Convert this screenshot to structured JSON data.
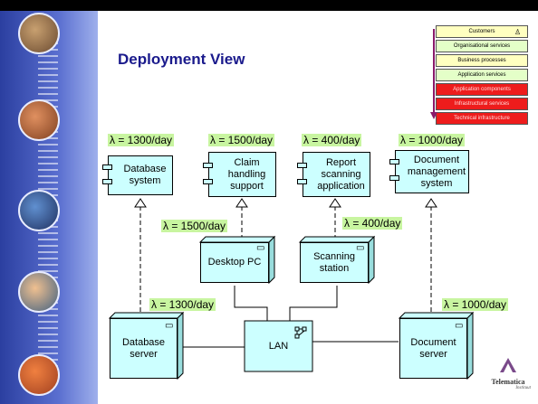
{
  "title": "Deployment View",
  "legend": [
    "Customers",
    "Organisational services",
    "Business processes",
    "Application services",
    "Application components",
    "Infrastructural services",
    "Technical infrastructure"
  ],
  "components": [
    {
      "label": "Database system",
      "rate": "λ = 1300/day"
    },
    {
      "label": "Claim handling support",
      "rate": "λ = 1500/day"
    },
    {
      "label": "Report scanning application",
      "rate": "λ = 400/day"
    },
    {
      "label": "Document management system",
      "rate": "λ = 1000/day"
    }
  ],
  "nodes": {
    "desktop": {
      "label": "Desktop PC",
      "rate": "λ = 1500/day"
    },
    "scanning": {
      "label": "Scanning station",
      "rate": "λ = 400/day"
    },
    "dbserver": {
      "label": "Database server",
      "rate": "λ = 1300/day"
    },
    "docserver": {
      "label": "Document server",
      "rate": "λ = 1000/day"
    },
    "lan": {
      "label": "LAN"
    }
  },
  "logo": {
    "name": "Telematica",
    "sub": "Instituut"
  },
  "colors": {
    "node_fill": "#ccffff",
    "rate_bg": "#c8f5a0",
    "title": "#1a1a8c",
    "sidebar": "#2b3fa0"
  }
}
